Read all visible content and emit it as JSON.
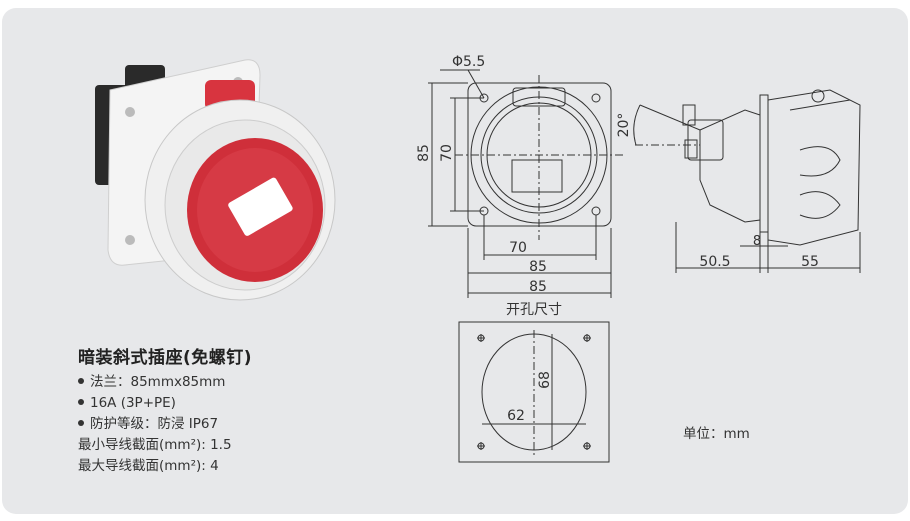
{
  "product": {
    "title": "暗装斜式插座(免螺钉)",
    "specs": [
      {
        "text": "法兰：85mmx85mm",
        "bullet": true
      },
      {
        "text": "16A (3P+PE)",
        "bullet": true
      },
      {
        "text": "防护等级：防浸 IP67",
        "bullet": true
      },
      {
        "text": "最小导线截面(mm²): 1.5",
        "bullet": false
      },
      {
        "text": "最大导线截面(mm²): 4",
        "bullet": false
      }
    ]
  },
  "drawing": {
    "hole_dia": "Φ5.5",
    "front_h_outer": "85",
    "front_h_inner": "70",
    "front_w_inner": "70",
    "front_w_mid": "85",
    "front_w_outer": "85",
    "angle": "20°",
    "side_depth_a": "50.5",
    "side_gap": "8",
    "side_depth_b": "55",
    "cutout_label": "开孔尺寸",
    "cutout_h": "68",
    "cutout_w": "62",
    "unit_label": "单位：mm"
  },
  "colors": {
    "background": "#e7e8ea",
    "socket_red": "#cf2f3a",
    "socket_white": "#f2f2f2",
    "line": "#333333"
  }
}
